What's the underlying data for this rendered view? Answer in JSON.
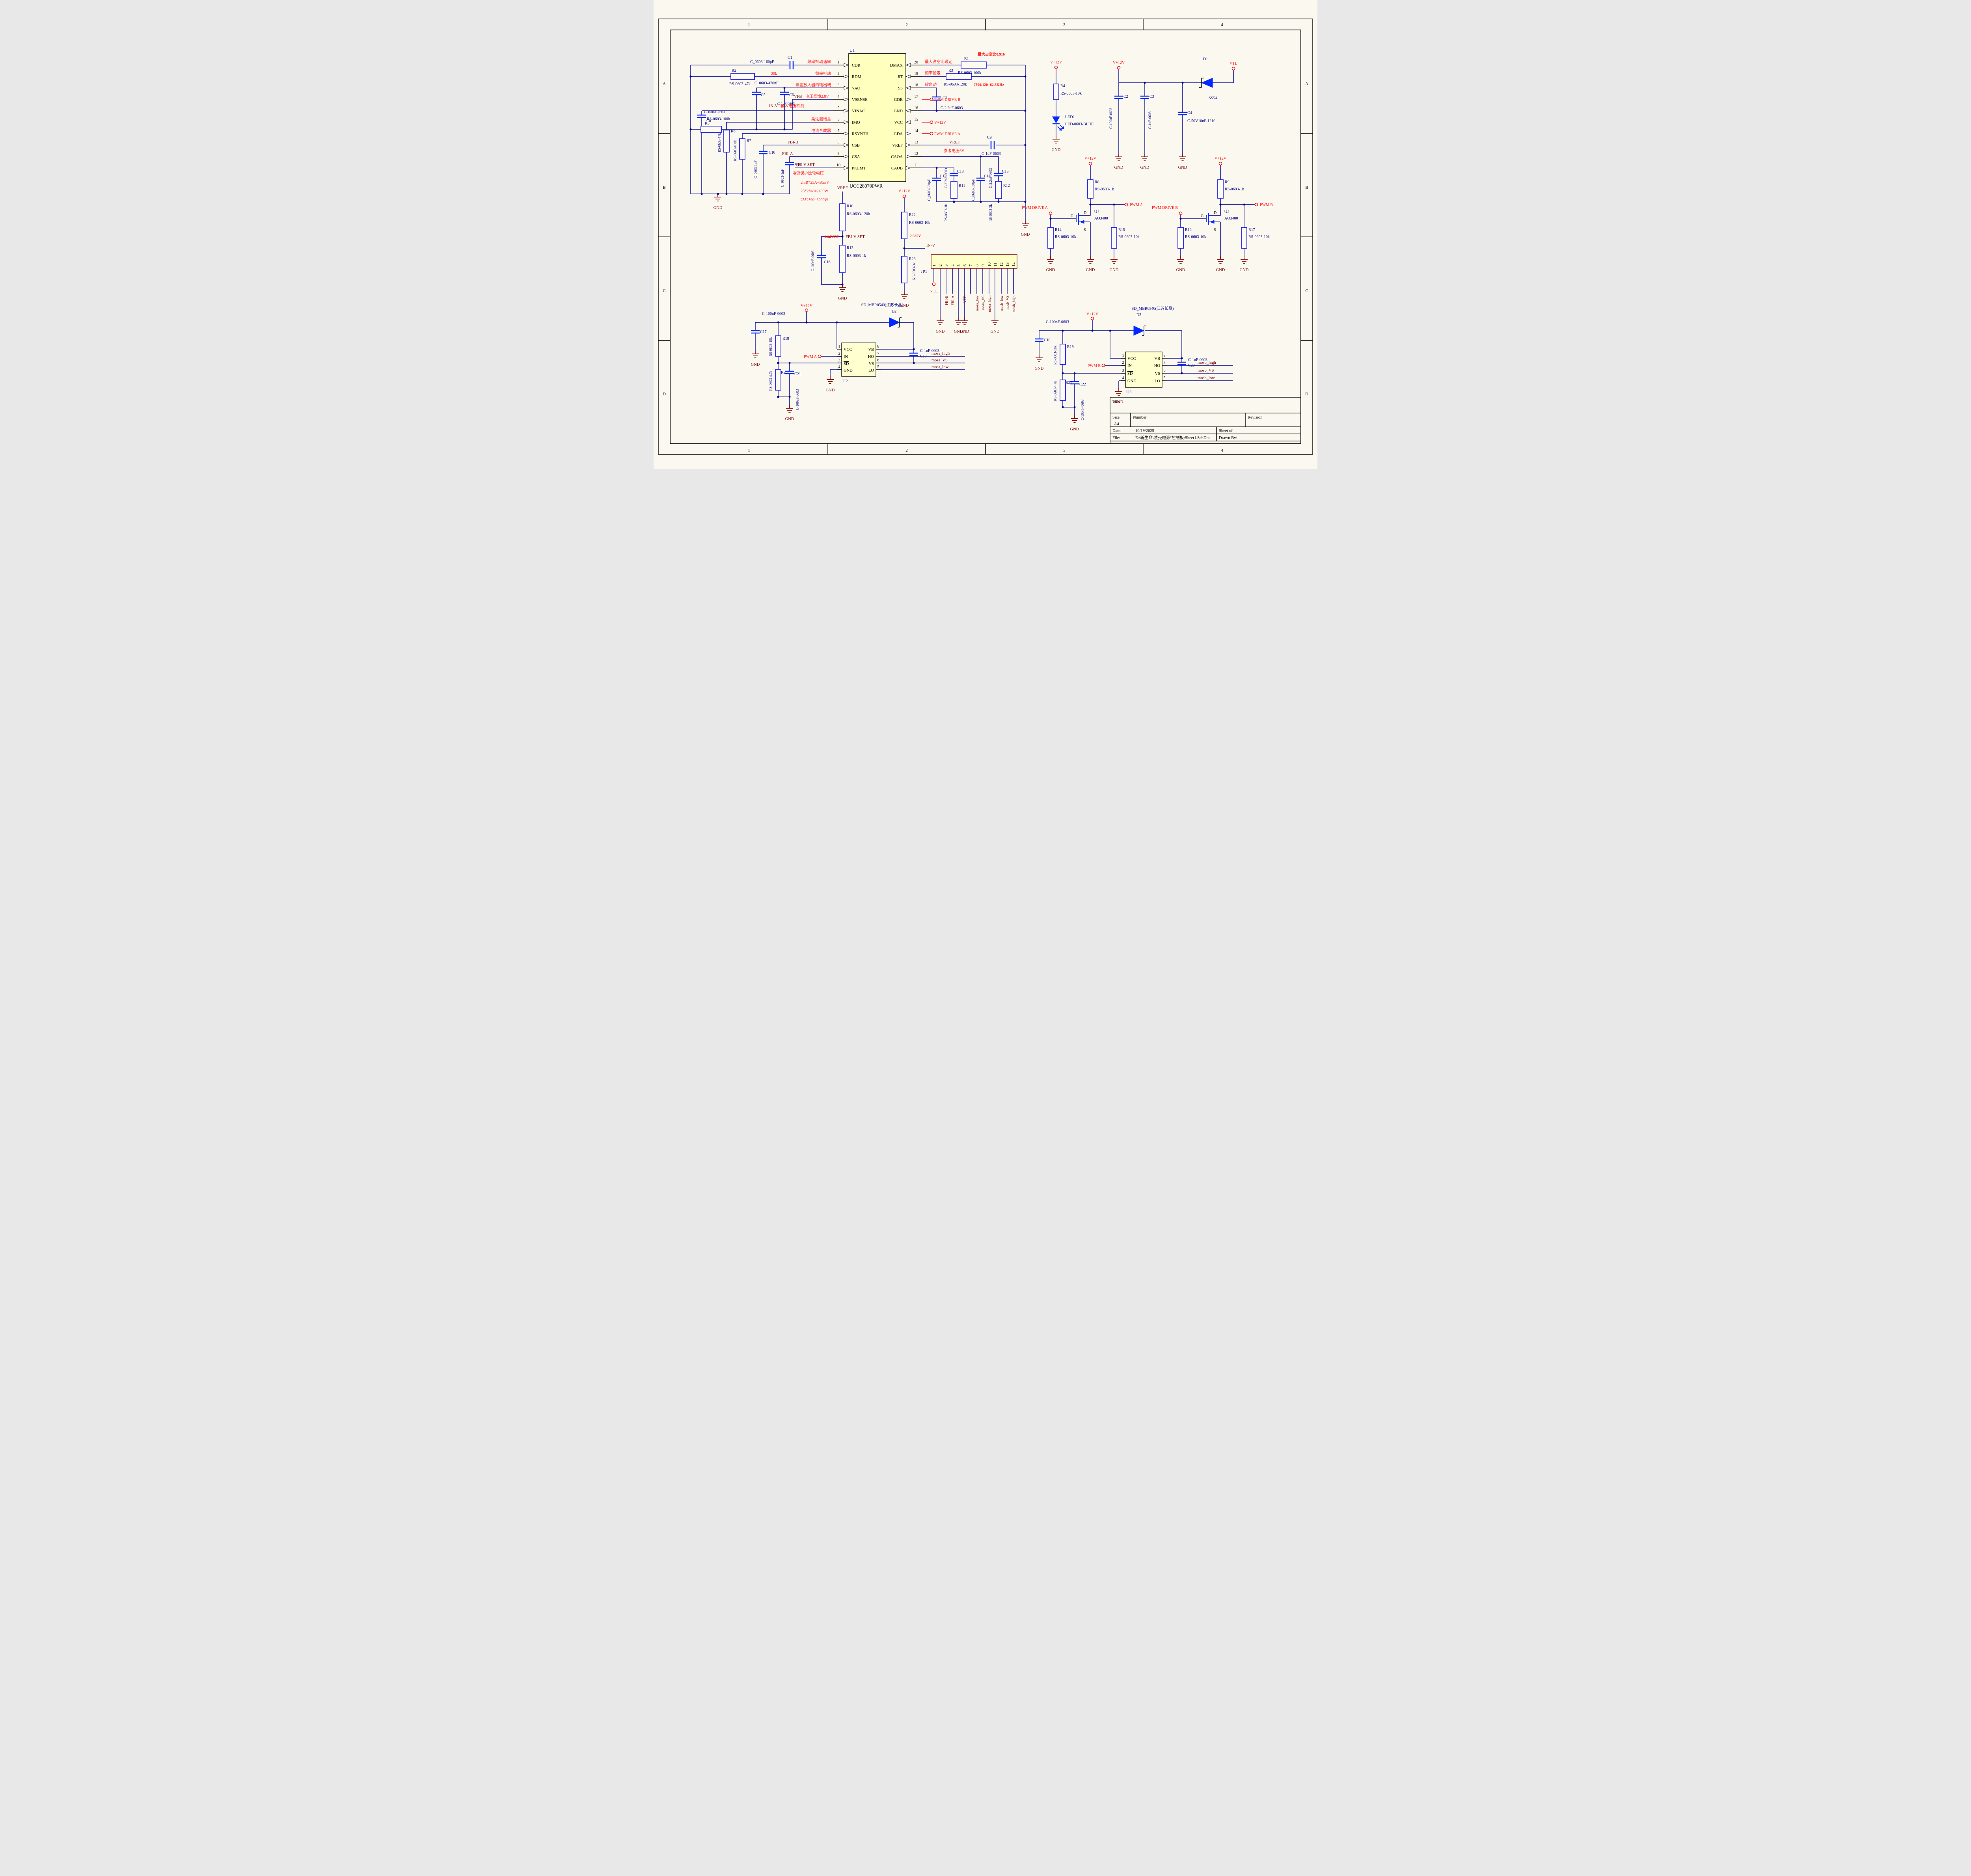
{
  "colors": {
    "wire": "#00008C",
    "component_outline": "#1414E8",
    "capacitor": "#0028FF",
    "annotation_red": "#FF1010",
    "net_label": "#7A0000",
    "chip_fill": "#FFFFBE",
    "connector_fill": "#FFFFC8",
    "background": "#FBF8EF",
    "gnd_symbol": "#7A0000"
  },
  "frame": {
    "cols": [
      "1",
      "2",
      "3",
      "4"
    ],
    "rows": [
      "A",
      "B",
      "C",
      "D"
    ]
  },
  "title_block": {
    "title": "Title",
    "size": "Size",
    "size_value": "A4",
    "number": "Number",
    "revision": "Revision",
    "date": "Date:",
    "date_value": "10/19/2025",
    "sheet": "Sheet  of",
    "file": "File:",
    "file_value": "E:\\新生命\\装壳电源\\控制板\\Sheet1.SchDoc",
    "drawn": "Drawn By:"
  },
  "labels": {
    "gnd": "GND",
    "v12": "V+12V",
    "vtl": "VTL",
    "vref": "VREF",
    "inv": "IN-V",
    "vfb": "VFB",
    "fbib": "FBI-B",
    "fbia": "FBI-A",
    "fbivset": "FBI-V-SET",
    "pwma": "PWM  A",
    "pwmb": "PWM  B",
    "pwmda": "PWM DRIVE A",
    "pwmdb": "PWM DRIVE B",
    "mosahigh": "mosa_high",
    "mosavs": "mosa_VS",
    "mosalow": "mosa_low",
    "mosbhigh": "mosb_high",
    "mosbvs": "mosb_VS",
    "mosblow": "mosb_low"
  },
  "vals": {
    "rs47k": "RS-0603-47k",
    "rs100k": "RS-0603-100k",
    "rs120k": "RS-0603-120k",
    "rs10k": "RS-0603-10k",
    "rs1k": "RS-0603-1k",
    "rs3k": "RS-0603-3k",
    "rs4k7": "RS-0603-4.7k",
    "c160p": "C_0603-160pF",
    "c470n": "C_0603-470nF",
    "c1u": "C-1uF-0603",
    "c100n": "C-100nF-0603",
    "c1n": "C_0603-1nF",
    "c2u2": "C-2.2uF-0603",
    "c330p": "C_0603-330pF",
    "c2n2": "C-2.2nF-0603",
    "c50v": "C-50V10uF-1210",
    "ss54": "SS54",
    "ao3400": "AO3400",
    "ledblue": "LED-0603-BLUE",
    "mbr": "SD_MBR0540(江苏长晶)"
  },
  "refs": {
    "u1": "U1",
    "u2": "U2",
    "u3": "U3",
    "jp1": "JP1",
    "c1": "C1",
    "c2": "C2",
    "c3": "C3",
    "c4": "C4",
    "c5": "C5",
    "c6": "C6",
    "c7": "C7",
    "c8": "C8",
    "c9": "C9",
    "c10": "C10",
    "c11": "C11",
    "c12": "C12",
    "c13": "C13",
    "c14": "C14",
    "c15": "C15",
    "c16": "C16",
    "c17": "C17",
    "c18": "C18",
    "c19": "C19",
    "c20": "C20",
    "c21": "C21",
    "c22": "C22",
    "r1": "R1",
    "r2": "R2",
    "r3": "R3",
    "r4": "R4",
    "r5": "R5",
    "r6": "R6",
    "r7": "R7",
    "r8": "R8",
    "r9": "R9",
    "r10": "R10",
    "r11": "R11",
    "r12": "R12",
    "r13": "R13",
    "r14": "R14",
    "r15": "R15",
    "r16": "R16",
    "r17": "R17",
    "r18": "R18",
    "r19": "R19",
    "r20": "R20",
    "r21": "R21",
    "r22": "R22",
    "r23": "R23",
    "q1": "Q1",
    "q2": "Q2",
    "d1": "D1",
    "d2": "D2",
    "d3": "D3",
    "led1": "LED1"
  },
  "u1": {
    "part": "UCC28070PWR",
    "left": [
      {
        "n": "1",
        "name": "CDR"
      },
      {
        "n": "2",
        "name": "RDM"
      },
      {
        "n": "3",
        "name": "VAO"
      },
      {
        "n": "4",
        "name": "VSENSE"
      },
      {
        "n": "5",
        "name": "VINAC"
      },
      {
        "n": "6",
        "name": "IMO"
      },
      {
        "n": "7",
        "name": "RSYNTH"
      },
      {
        "n": "8",
        "name": "CSB"
      },
      {
        "n": "9",
        "name": "CSA"
      },
      {
        "n": "10",
        "name": "PKLMT"
      }
    ],
    "right": [
      {
        "n": "20",
        "name": "DMAX"
      },
      {
        "n": "19",
        "name": "RT"
      },
      {
        "n": "18",
        "name": "SS"
      },
      {
        "n": "17",
        "name": "GDB"
      },
      {
        "n": "16",
        "name": "GND"
      },
      {
        "n": "15",
        "name": "VCC"
      },
      {
        "n": "14",
        "name": "GDA"
      },
      {
        "n": "13",
        "name": "VREF"
      },
      {
        "n": "12",
        "name": "CAOA"
      },
      {
        "n": "11",
        "name": "CAOB"
      }
    ]
  },
  "drv": {
    "pins_left": [
      {
        "n": "1",
        "name": "VCC"
      },
      {
        "n": "2",
        "name": "IN"
      },
      {
        "n": "3",
        "name": "SD"
      },
      {
        "n": "4",
        "name": "GND"
      }
    ],
    "pins_right": [
      {
        "n": "8",
        "name": "VB"
      },
      {
        "n": "7",
        "name": "HO"
      },
      {
        "n": "6",
        "name": "VS"
      },
      {
        "n": "5",
        "name": "LO"
      }
    ]
  },
  "jp1": {
    "pins": [
      "1",
      "2",
      "3",
      "4",
      "5",
      "6",
      "7",
      "8",
      "9",
      "10",
      "11",
      "12",
      "13",
      "14"
    ]
  },
  "ann": {
    "jitter_rate": "频率抖动速率",
    "jitter": "频率抖动",
    "err_amp": "误差放大器的输出端",
    "vfb28": "电压反馈2.8V",
    "vin_det": "输入电压检测",
    "mult_gain": "乘法器增益",
    "cur_synth": "电流合成器",
    "cur_prot": "电流保护比较电压",
    "dmax_set": "最大占空比设定",
    "freq_set": "频率设定",
    "soft": "软启动",
    "vref6": "参考电压6V",
    "dmax_val": "最大占空比0.916",
    "freq_calc": "7500/120=62.5KHz",
    "r2_val": "20k",
    "s1": "2mR*25A=50mV",
    "s2": "25*2*48=2400W",
    "s3": "25*2*60=3000W",
    "v1": "0.04958V",
    "v2": "2.635V",
    "mosfet_d": "D",
    "mosfet_s": "S",
    "mosfet_g": "G"
  }
}
